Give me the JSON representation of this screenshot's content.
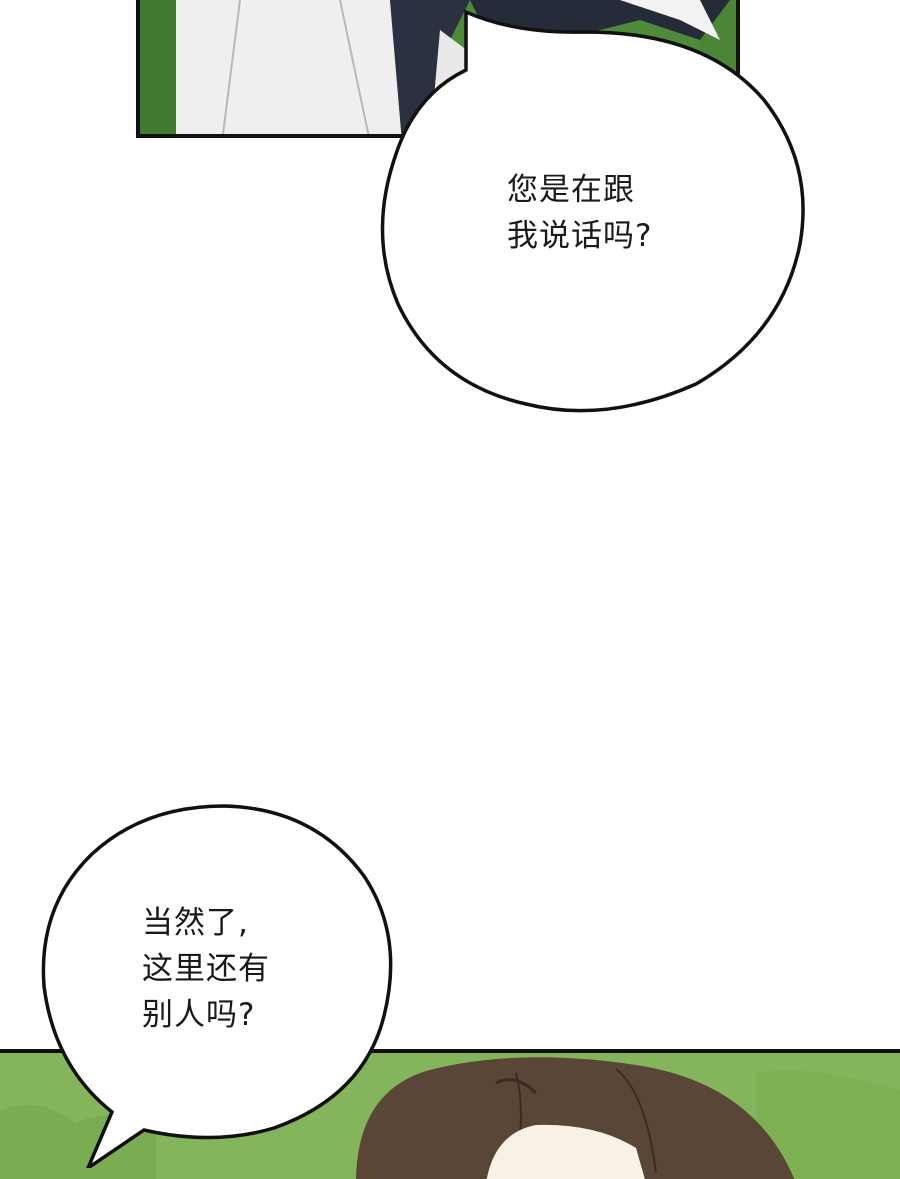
{
  "bubble_top": {
    "lines": [
      "您是在跟",
      "我说话吗?"
    ]
  },
  "bubble_bottom": {
    "lines": [
      "当然了,",
      "这里还有",
      "别人吗?"
    ]
  },
  "colors": {
    "grass": "#84b45c",
    "hair": "#5a4636",
    "skin": "#f7f1e6",
    "outline": "#111111"
  }
}
